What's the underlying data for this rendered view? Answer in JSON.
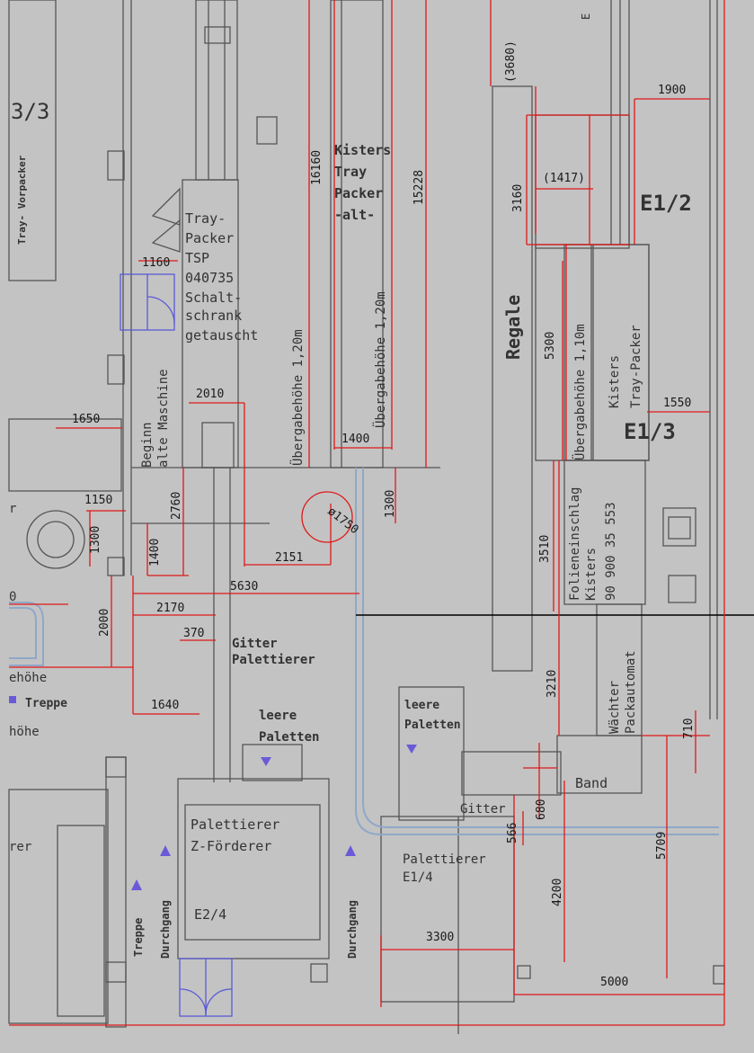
{
  "title": "Floor plan drawing — packaging line layout",
  "colors": {
    "background": "#c3c3c3",
    "dimension": "#e01818",
    "structure": "#555555",
    "conveyor": "#8fa8c8",
    "door": "#5a5ad8",
    "marker": "#6a5ad8",
    "black": "#000000"
  },
  "labels": {
    "area_3_3": "3/3",
    "tray_vorpacker": "Tray-\nVorpacker",
    "tray_packer_tsp": "Tray-\nPacker\nTSP\n040735\nSchalt-\nschrank\ngetauscht",
    "kisters_tray_packer_alt": "Kisters\nTray\nPacker\n-alt-",
    "uebergabe_120_a": "Übergabehöhe 1,20m",
    "uebergabe_120_b": "Übergabehöhe 1,20m",
    "beginn": "Beginn\nalte Maschine",
    "regale": "Regale",
    "e1_2": "E1/2",
    "e1_3": "E1/3",
    "kisters_tray_packer": "Kisters\nTray-Packer",
    "uebergabe_110": "Übergabehöhe 1,10m",
    "folieneinschlag": "Folieneinschlag\nKisters\n90 900 35 553",
    "waechter": "Wächter\nPackautomat",
    "band": "Band",
    "gitter_palettierer": "Gitter\nPalettierer",
    "leere_paletten_1": "leere\nPaletten",
    "leere_paletten_2": "leere\nPaletten",
    "gitter": "Gitter",
    "palettierer_z": "Palettierer\nZ-Förderer",
    "e2_4": "E2/4",
    "palettierer_e14": "Palettierer\nE1/4",
    "durchgang_1": "Durchgang",
    "durchgang_2": "Durchgang",
    "treppe_left": "Treppe",
    "treppe_bottom": "Treppe",
    "ehoehe_1": "ehöhe",
    "hoehe_2": "höhe",
    "rer": "rer",
    "r_left": "r",
    "zero_left": "0",
    "top_right_e": "E\nM"
  },
  "dimensions": {
    "d3680": "(3680)",
    "d1900": "1900",
    "d16160": "16160",
    "d15228": "15228",
    "d3160": "3160",
    "d1417": "(1417)",
    "d1160": "1160",
    "d5300": "5300",
    "d2010": "2010",
    "d1650": "1650",
    "d1550": "1550",
    "d1400a": "1400",
    "d1300": "1300",
    "d1150": "1150",
    "d2760": "2760",
    "d1300b": "1300",
    "d1750": "ø1750",
    "d1400b": "1400",
    "d2151": "2151",
    "d3510": "3510",
    "d5630": "5630",
    "d2170": "2170",
    "d2000": "2000",
    "d370": "370",
    "d1640": "1640",
    "d3210": "3210",
    "d710": "710",
    "d680": "680",
    "d566": "566",
    "d4200": "4200",
    "d5709": "5709",
    "d3300": "3300",
    "d5000": "5000"
  }
}
